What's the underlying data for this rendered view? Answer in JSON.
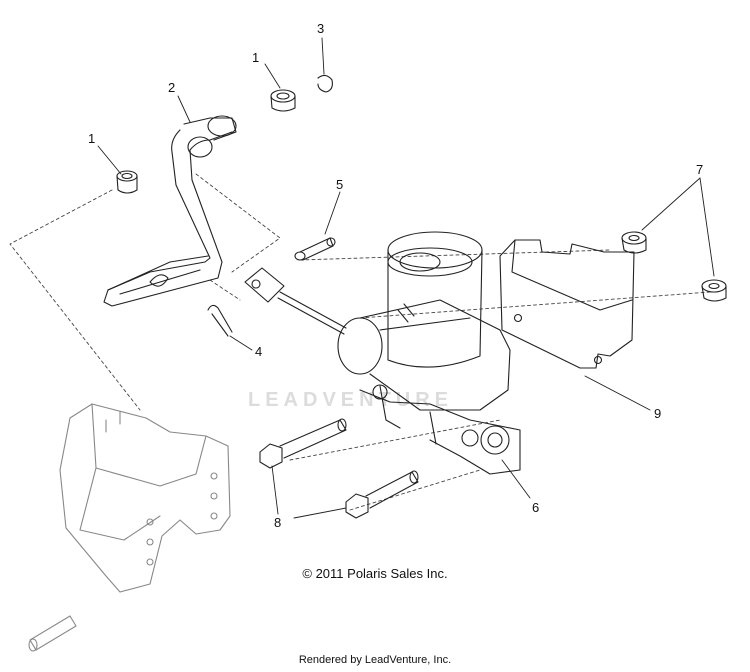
{
  "callouts": {
    "c1a": "1",
    "c1b": "1",
    "c2": "2",
    "c3": "3",
    "c4": "4",
    "c5": "5",
    "c6": "6",
    "c7": "7",
    "c8": "8",
    "c9": "9"
  },
  "watermark": "LEADVENTURE",
  "footer": {
    "copyright": "© 2011 Polaris Sales Inc.",
    "rendered_by": "Rendered by LeadVenture, Inc."
  }
}
